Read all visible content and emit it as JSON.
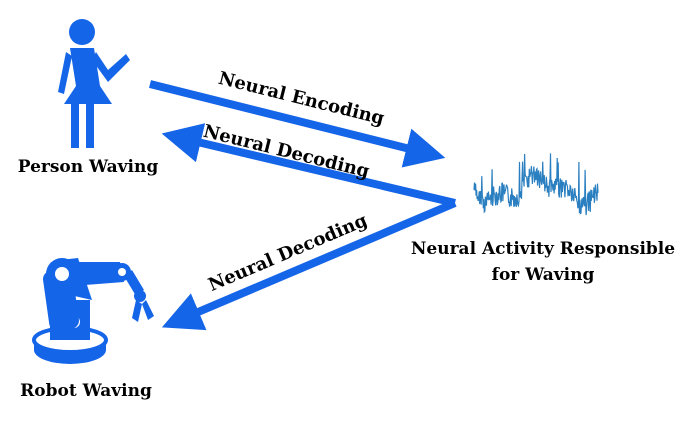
{
  "colors": {
    "arrow": "#1565e8",
    "icon": "#1565e8",
    "signal": "#2a7fc0",
    "text": "#000000"
  },
  "nodes": {
    "person": {
      "label": "Person Waving",
      "icon": "person-waving-icon"
    },
    "neural": {
      "label_line1": "Neural Activity Responsible",
      "label_line2": "for Waving",
      "icon": "neural-signal-icon"
    },
    "robot": {
      "label": "Robot Waving",
      "icon": "robot-arm-icon"
    }
  },
  "edges": {
    "encoding": {
      "label": "Neural Encoding",
      "from": "person",
      "to": "neural"
    },
    "decoding_person": {
      "label": "Neural Decoding",
      "from": "neural",
      "to": "person"
    },
    "decoding_robot": {
      "label": "Neural Decoding",
      "from": "neural",
      "to": "robot"
    }
  }
}
